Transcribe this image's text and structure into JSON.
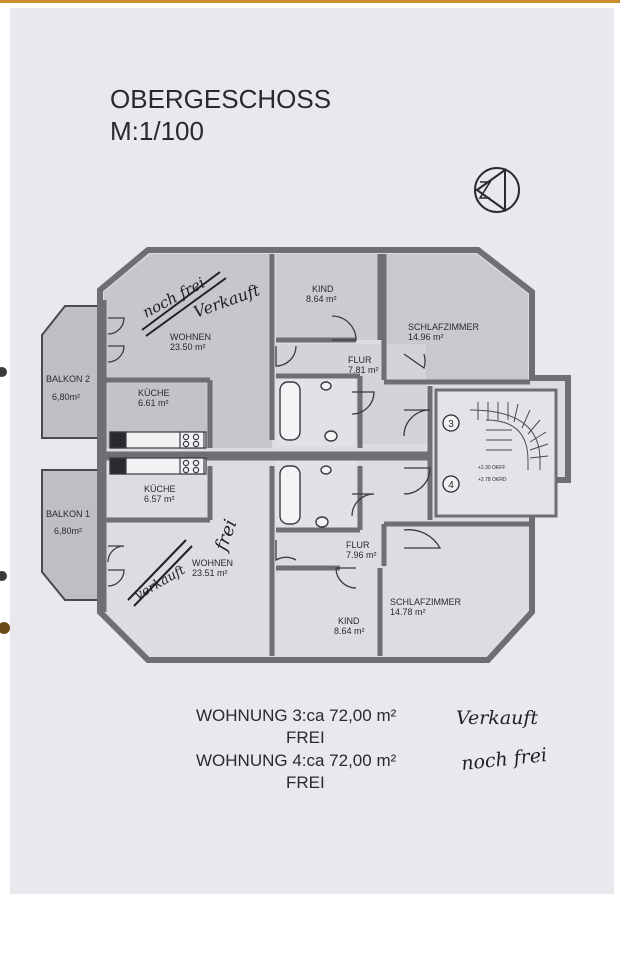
{
  "header": {
    "title": "OBERGESCHOSS",
    "scale": "M:1/100"
  },
  "rooms": {
    "wohnen_top": {
      "name": "WOHNEN",
      "area": "23.50 m²"
    },
    "kind_top": {
      "name": "KIND",
      "area": "8.64 m²"
    },
    "schlaf_top": {
      "name": "SCHLAFZIMMER",
      "area": "14.96 m²"
    },
    "flur_top": {
      "name": "FLUR",
      "area": "7.81 m²"
    },
    "kueche_top": {
      "name": "KÜCHE",
      "area": "6.61 m²"
    },
    "balkon2": {
      "name": "BALKON 2",
      "area": "6,80m²"
    },
    "kueche_bot": {
      "name": "KÜCHE",
      "area": "6.57 m²"
    },
    "balkon1": {
      "name": "BALKON 1",
      "area": "6,80m²"
    },
    "wohnen_bot": {
      "name": "WOHNEN",
      "area": "23.51 m²"
    },
    "flur_bot": {
      "name": "FLUR",
      "area": "7.96 m²"
    },
    "schlaf_bot": {
      "name": "SCHLAFZIMMER",
      "area": "14.78 m²"
    },
    "kind_bot": {
      "name": "KIND",
      "area": "8.64 m²"
    }
  },
  "stair": {
    "num_upper": "3",
    "num_lower": "4",
    "level_1": "+2.30 OKFF",
    "level_2": "+2.78 OKRD"
  },
  "handwriting": {
    "top_unit_note": "Verkauft",
    "top_unit_struck": "noch frei",
    "bottom_unit_note": "frei",
    "bottom_unit_struck": "verkauft",
    "summary_3_note": "Verkauft",
    "summary_4_note": "noch frei"
  },
  "summary": {
    "unit3": "WOHNUNG 3:ca 72,00 m²",
    "unit3_status": "FREI",
    "unit4": "WOHNUNG 4:ca 72,00 m²",
    "unit4_status": "FREI"
  },
  "colors": {
    "paper": "#e9e9ed",
    "ink": "#2a2a2e",
    "wall": "#6e6e74",
    "room_shade": "#cdcdd3",
    "balcony_shade": "#bebec5"
  },
  "icons": [
    "north-arrow-icon"
  ]
}
